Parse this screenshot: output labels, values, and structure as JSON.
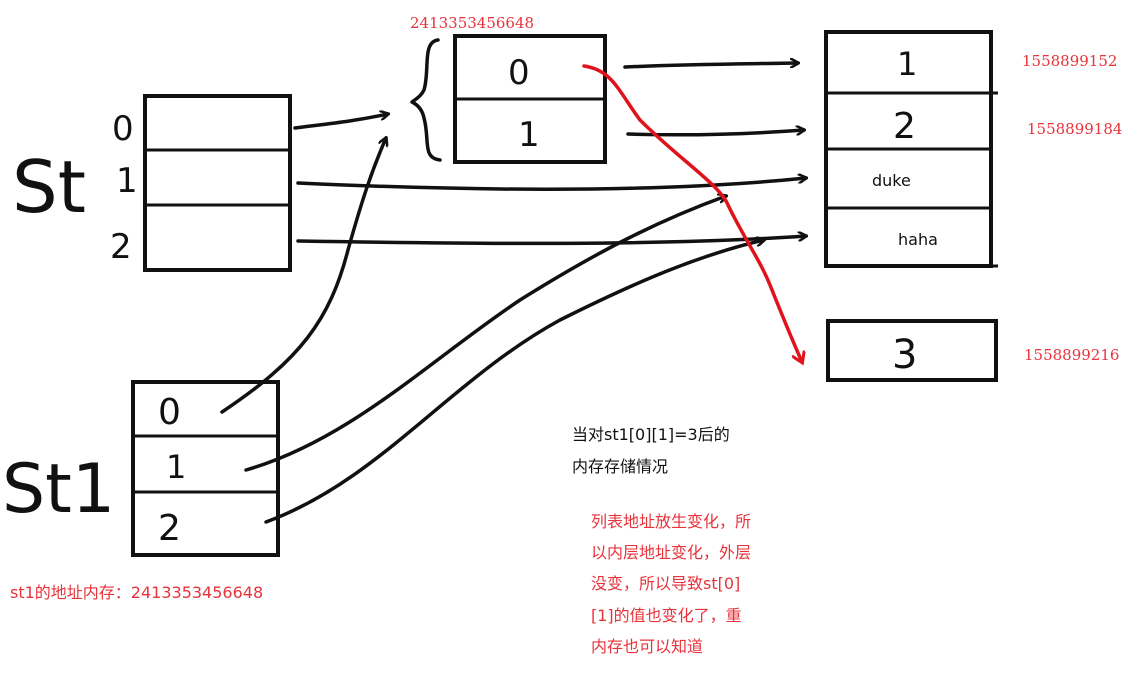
{
  "variables": {
    "st_label": "St",
    "st1_label": "St1"
  },
  "st": {
    "indices": [
      "0",
      "1",
      "2"
    ]
  },
  "inner_list": {
    "address": "2413353456648",
    "cells": [
      "0",
      "1"
    ]
  },
  "memory": {
    "cells": [
      "1",
      "2",
      "duke",
      "haha"
    ],
    "addresses": [
      "1558899152",
      "1558899184"
    ]
  },
  "new_value": {
    "value": "3",
    "address": "1558899216"
  },
  "st1": {
    "cells": [
      "0",
      "1",
      "2"
    ],
    "address_caption": "st1的地址内存：2413353456648"
  },
  "explanation": {
    "black_lines": [
      "当对st1[0][1]=3后的",
      "内存存储情况"
    ],
    "red_lines": [
      "列表地址放生变化，所",
      "以内层地址变化，外层",
      "没变，所以导致st[0]",
      "[1]的值也变化了，重",
      "内存也可以知道"
    ]
  }
}
